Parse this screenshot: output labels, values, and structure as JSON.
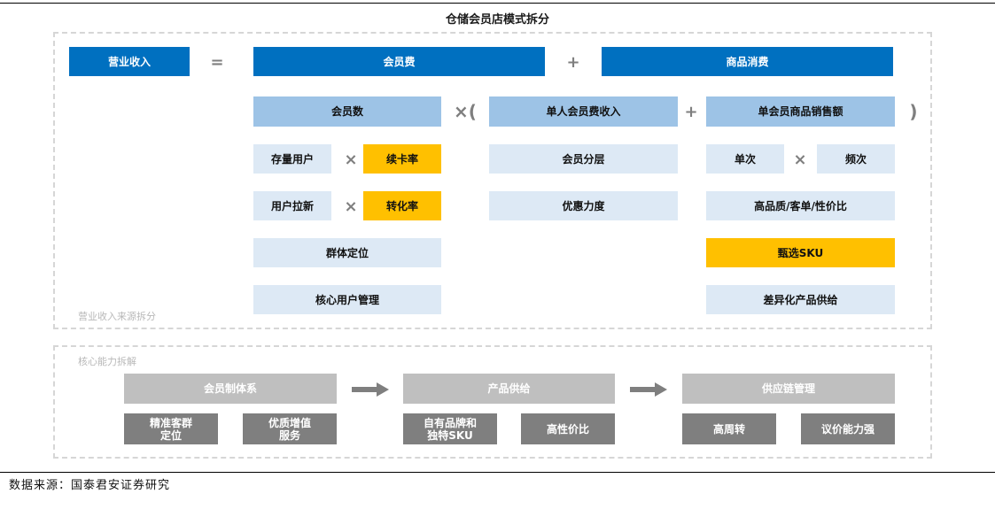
{
  "title": "仓储会员店模式拆分",
  "revenue": {
    "section_label": "营业收入来源拆分",
    "revenue_label": "营业收入",
    "membership_fee": "会员费",
    "merchandise_spend": "商品消费",
    "member_count": "会员数",
    "fee_per_member": "单人会员费收入",
    "sales_per_member": "单会员商品销售额",
    "existing_users": "存量用户",
    "renewal_rate": "续卡率",
    "new_users": "用户拉新",
    "conversion_rate": "转化率",
    "group_positioning": "群体定位",
    "core_user_mgmt": "核心用户管理",
    "member_tiers": "会员分层",
    "discount_strength": "优惠力度",
    "per_visit": "单次",
    "frequency": "频次",
    "quality_value": "高品质/客单/性价比",
    "curated_sku": "甄选SKU",
    "diff_supply": "差异化产品供给"
  },
  "operators": {
    "equals": "=",
    "plus": "+",
    "times": "×",
    "times_open": "×(",
    "close": ")"
  },
  "capability": {
    "section_label": "核心能力拆解",
    "membership_system": "会员制体系",
    "product_supply": "产品供给",
    "supply_chain": "供应链管理",
    "precise_positioning": "精准客群\n定位",
    "quality_services": "优质增值\n服务",
    "own_brand_sku": "自有品牌和\n独特SKU",
    "high_value": "高性价比",
    "high_turnover": "高周转",
    "bargaining": "议价能力强"
  },
  "source": "数据来源：国泰君安证券研究",
  "colors": {
    "blue": "#0070c0",
    "light_blue": "#9dc3e6",
    "pale_blue": "#dde9f5",
    "gold": "#ffc000",
    "light_gray": "#bfbfbf",
    "dark_gray": "#7f7f7f"
  }
}
